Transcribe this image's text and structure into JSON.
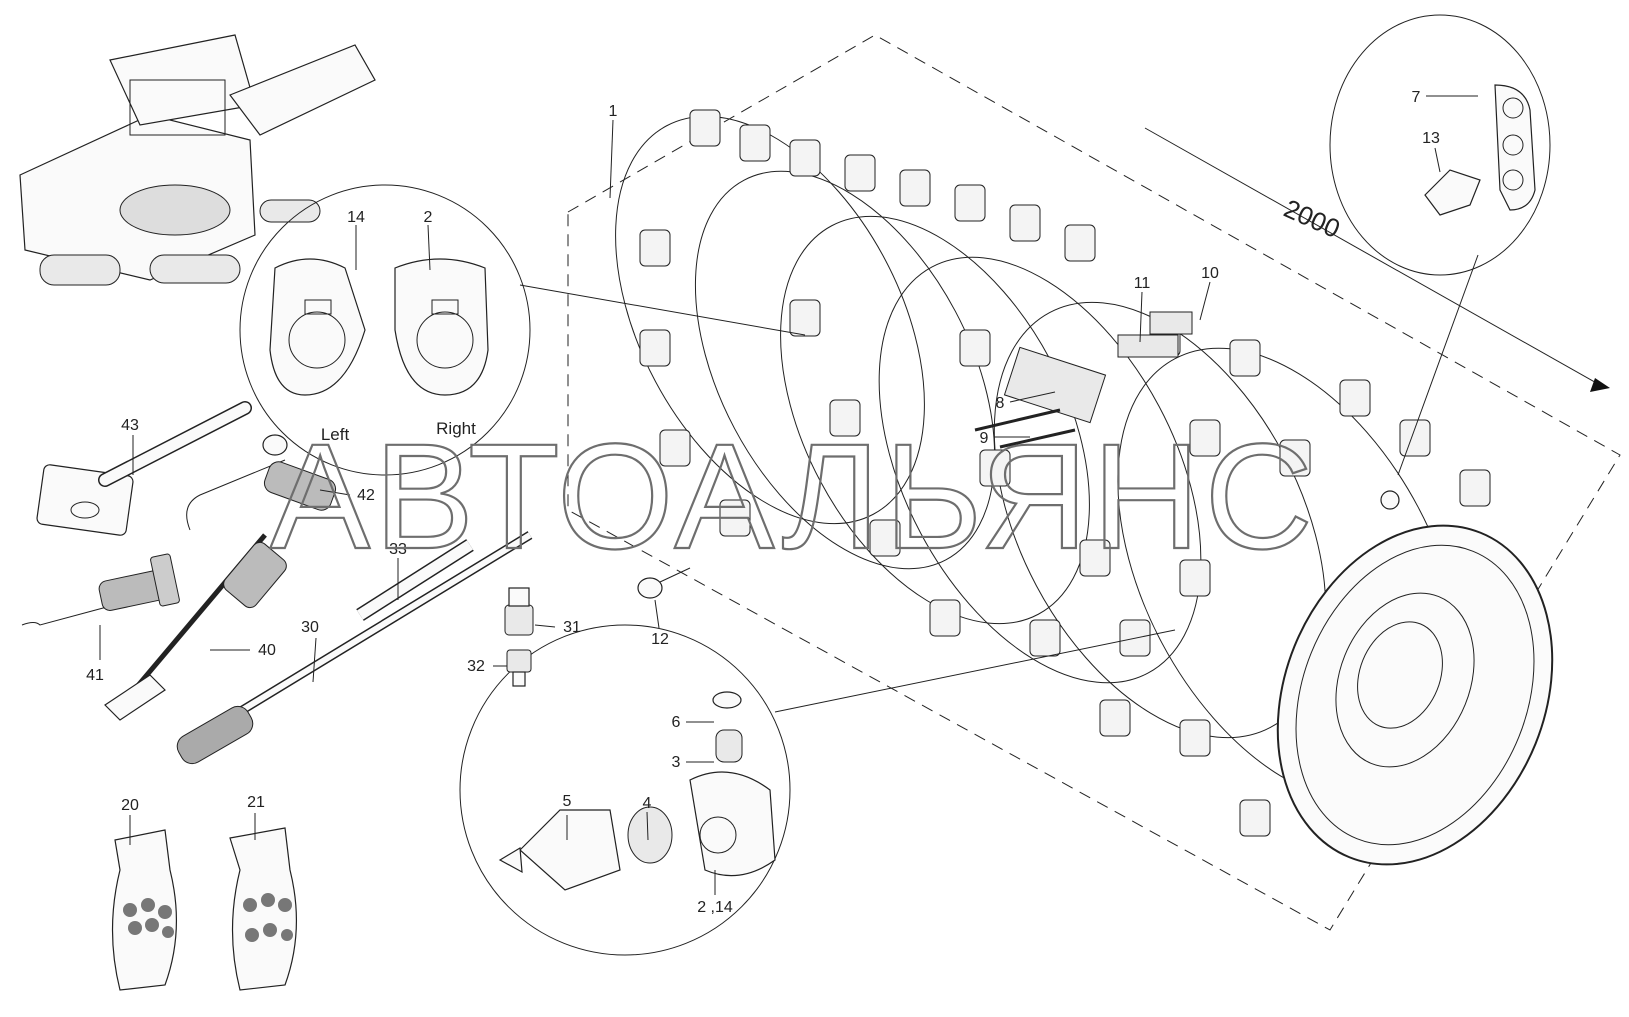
{
  "callouts": [
    {
      "id": "1",
      "text": "1"
    },
    {
      "id": "2",
      "text": "2"
    },
    {
      "id": "2-14",
      "text": "2 ,14"
    },
    {
      "id": "3",
      "text": "3"
    },
    {
      "id": "4",
      "text": "4"
    },
    {
      "id": "5",
      "text": "5"
    },
    {
      "id": "6",
      "text": "6"
    },
    {
      "id": "7",
      "text": "7"
    },
    {
      "id": "8",
      "text": "8"
    },
    {
      "id": "9",
      "text": "9"
    },
    {
      "id": "10",
      "text": "10"
    },
    {
      "id": "11",
      "text": "11"
    },
    {
      "id": "12",
      "text": "12"
    },
    {
      "id": "13",
      "text": "13"
    },
    {
      "id": "14",
      "text": "14"
    },
    {
      "id": "20",
      "text": "20"
    },
    {
      "id": "21",
      "text": "21"
    },
    {
      "id": "30",
      "text": "30"
    },
    {
      "id": "31",
      "text": "31"
    },
    {
      "id": "32",
      "text": "32"
    },
    {
      "id": "33",
      "text": "33"
    },
    {
      "id": "40",
      "text": "40"
    },
    {
      "id": "41",
      "text": "41"
    },
    {
      "id": "42",
      "text": "42"
    },
    {
      "id": "43",
      "text": "43"
    }
  ],
  "side_labels": {
    "left": "Left",
    "right": "Right"
  },
  "dimension_label": "2000",
  "watermark": "АВТОАЛЬЯНС"
}
